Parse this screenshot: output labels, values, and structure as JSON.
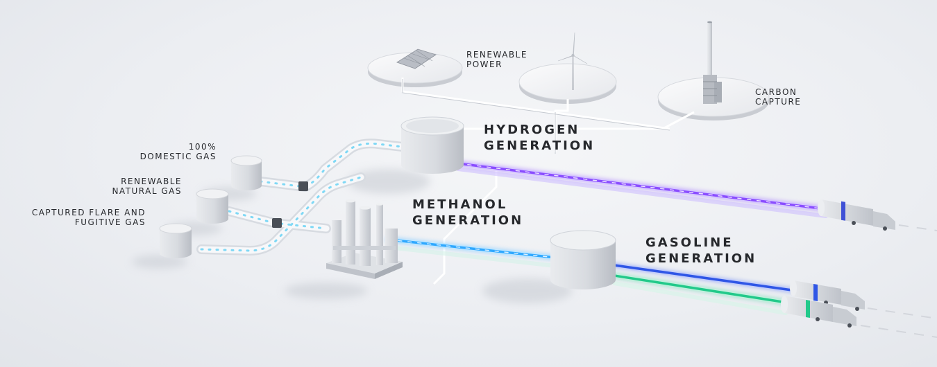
{
  "labels": {
    "renewable_power": [
      "RENEWABLE",
      "POWER"
    ],
    "carbon_capture": [
      "CARBON",
      "CAPTURE"
    ],
    "hydrogen_generation": [
      "HYDROGEN",
      "GENERATION"
    ],
    "methanol_generation": [
      "METHANOL",
      "GENERATION"
    ],
    "gasoline_generation": [
      "GASOLINE",
      "GENERATION"
    ],
    "domestic_gas": [
      "100%",
      "DOMESTIC GAS"
    ],
    "renewable_natural_gas": [
      "RENEWABLE",
      "NATURAL GAS"
    ],
    "captured_flare_gas": [
      "CAPTURED FLARE AND",
      "FUGITIVE GAS"
    ]
  },
  "colors": {
    "background": "#eceef2",
    "hydrogen_pipe": "#8a4dff",
    "methanol_pipe": "#2fa8ff",
    "gasoline_pipe_blue": "#2f56e6",
    "gasoline_pipe_green": "#22c98a",
    "feed_gas_dots": "#7fd8f5",
    "text": "#26282c"
  },
  "icons": {
    "solar_platform": "solar-panel-icon",
    "wind_platform": "wind-turbine-icon",
    "capture_platform": "carbon-capture-tower-icon",
    "trucks": "tanker-truck-icon"
  }
}
